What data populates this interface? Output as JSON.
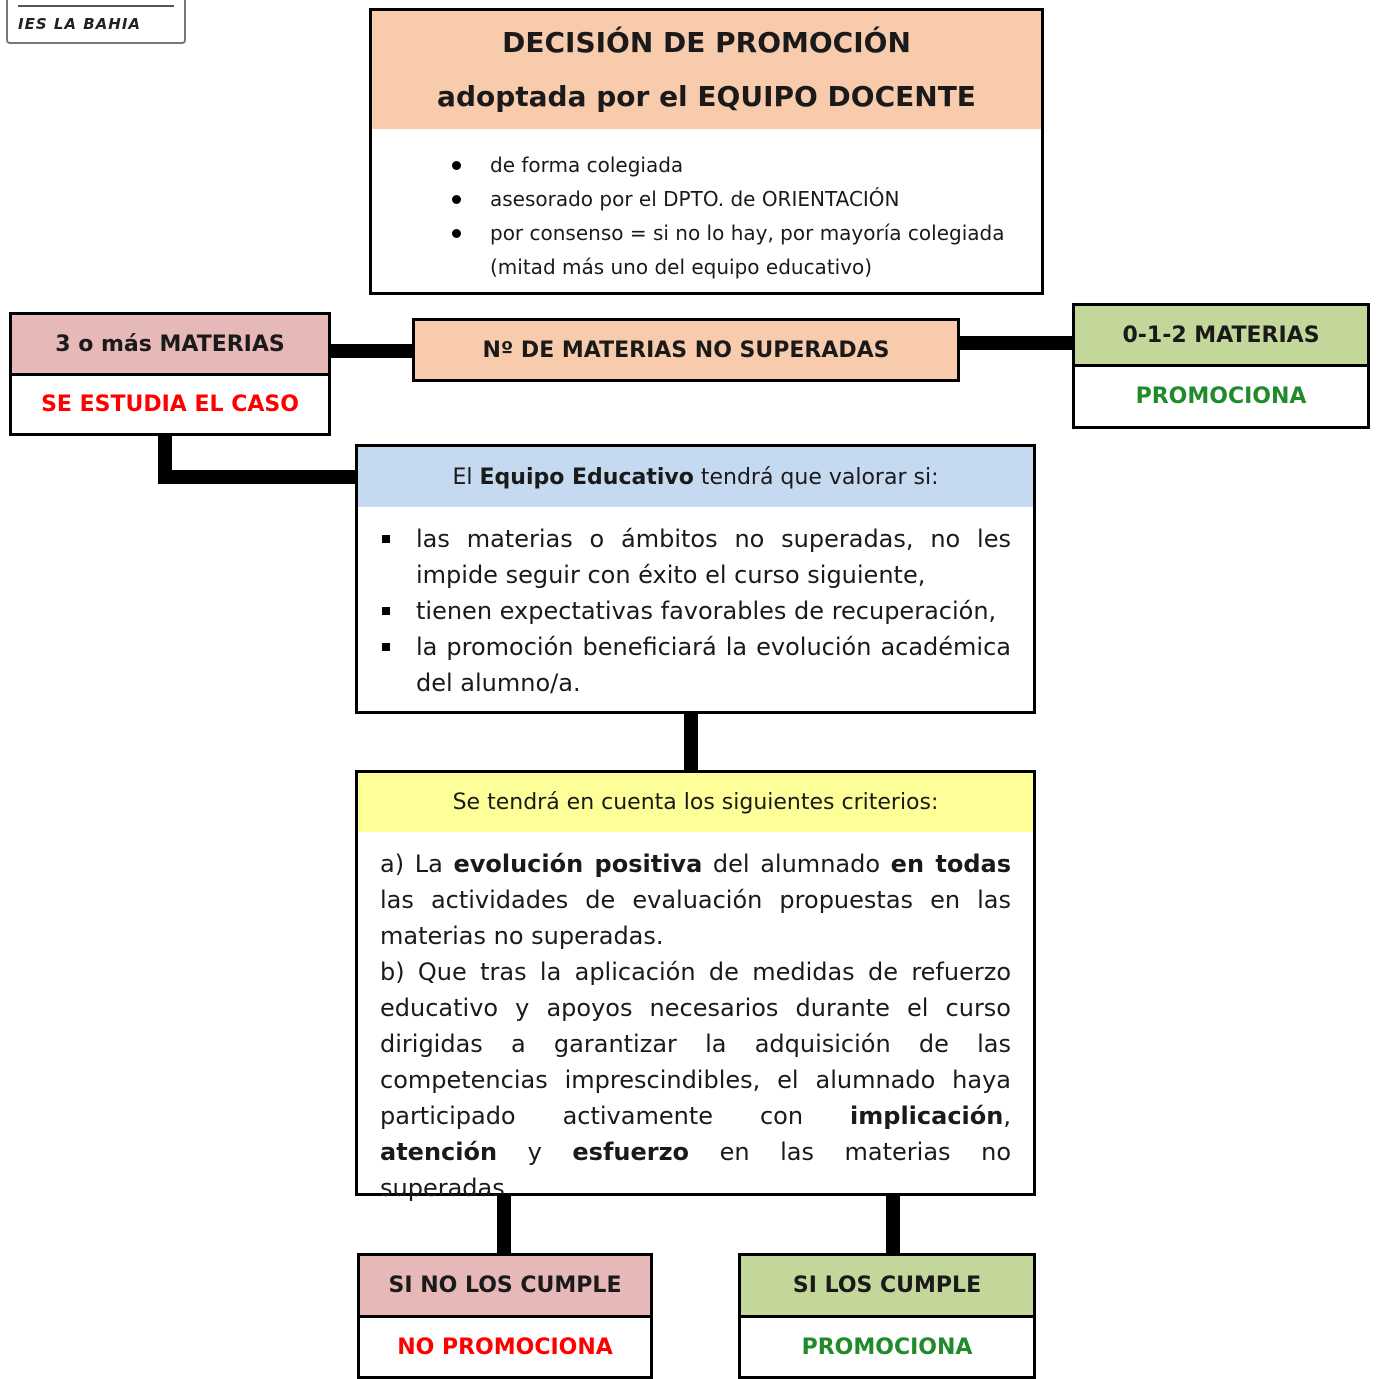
{
  "logo": {
    "text": "IES LA BAHIA"
  },
  "title": {
    "line1": "DECISIÓN DE PROMOCIÓN",
    "line2": "adoptada por el EQUIPO DOCENTE",
    "bullets": [
      "de forma colegiada",
      "asesorado por el DPTO. de ORIENTACIÓN",
      "por consenso = si no lo hay, por mayoría colegiada (mitad más uno del equipo educativo)"
    ]
  },
  "center_node": {
    "label": "Nº DE MATERIAS NO SUPERADAS"
  },
  "left_branch": {
    "label": "3 o más MATERIAS",
    "result": "SE ESTUDIA EL CASO"
  },
  "right_branch": {
    "label": "0-1-2 MATERIAS",
    "result": "PROMOCIONA"
  },
  "valorar": {
    "prefix": "El ",
    "strong": "Equipo Educativo",
    "suffix": " tendrá que valorar si:",
    "bullets": [
      "las materias o ámbitos no superadas, no les impide seguir con éxito el curso siguiente,",
      "tienen expectativas favorables de recuperación,",
      "la promoción beneficiará la evolución académica del alumno/a."
    ]
  },
  "criteria": {
    "heading": "Se tendrá en cuenta los siguientes criterios:",
    "a": {
      "t1": "a) La ",
      "b1": "evolución positiva",
      "t2": " del alumnado ",
      "b2": "en todas",
      "t3": " las actividades de evaluación propuestas en las materias no superadas."
    },
    "b": {
      "t1": "b) Que tras la aplicación de medidas de refuerzo educativo y apoyos necesarios durante el curso dirigidas a garantizar la adquisición de las competencias imprescindibles, el alumnado haya participado activamente con ",
      "b1": "implicación",
      "t2": ", ",
      "b2": "atención",
      "t3": " y ",
      "b3": "esfuerzo",
      "t4": " en las materias no superadas."
    }
  },
  "outcome_no": {
    "label": "SI NO LOS CUMPLE",
    "result": "NO PROMOCIONA"
  },
  "outcome_yes": {
    "label": "SI LOS CUMPLE",
    "result": "PROMOCIONA"
  },
  "colors": {
    "title_bg": "#f8cbad",
    "pink": "#e6b8b7",
    "green": "#c4d79b",
    "blue": "#c5d9f1",
    "yellow": "#ffff99",
    "red_text": "#ff0000",
    "green_text": "#218a2a"
  }
}
